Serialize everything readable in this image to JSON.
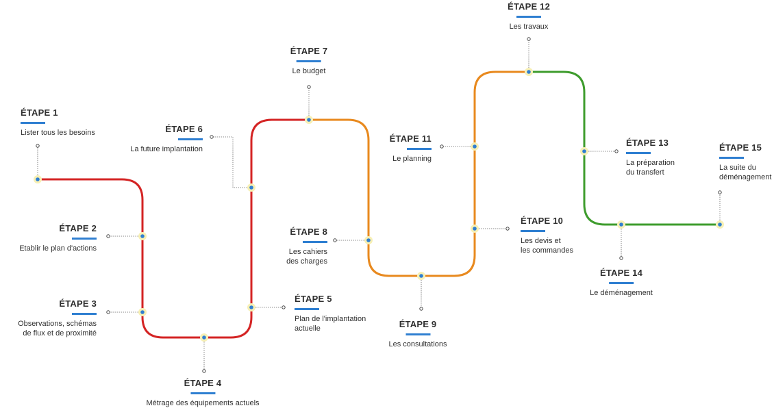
{
  "colors": {
    "red": "#d42424",
    "orange": "#e8891e",
    "green": "#3e9c2d",
    "accent": "#2f7fd1",
    "node_fill": "#f7f0b5"
  },
  "steps": [
    {
      "id": 1,
      "title": "ÉTAPE 1",
      "desc": [
        "Lister tous les besoins"
      ]
    },
    {
      "id": 2,
      "title": "ÉTAPE 2",
      "desc": [
        "Etablir le plan d'actions"
      ]
    },
    {
      "id": 3,
      "title": "ÉTAPE 3",
      "desc": [
        "Observations, schémas",
        "de flux et de proximité"
      ]
    },
    {
      "id": 4,
      "title": "ÉTAPE 4",
      "desc": [
        "Métrage des équipements actuels"
      ]
    },
    {
      "id": 5,
      "title": "ÉTAPE 5",
      "desc": [
        "Plan de l'implantation",
        "actuelle"
      ]
    },
    {
      "id": 6,
      "title": "ÉTAPE 6",
      "desc": [
        "La future implantation"
      ]
    },
    {
      "id": 7,
      "title": "ÉTAPE 7",
      "desc": [
        "Le budget"
      ]
    },
    {
      "id": 8,
      "title": "ÉTAPE 8",
      "desc": [
        "Les cahiers",
        "des charges"
      ]
    },
    {
      "id": 9,
      "title": "ÉTAPE 9",
      "desc": [
        "Les consultations"
      ]
    },
    {
      "id": 10,
      "title": "ÉTAPE 10",
      "desc": [
        "Les devis et",
        "les commandes"
      ]
    },
    {
      "id": 11,
      "title": "ÉTAPE 11",
      "desc": [
        "Le planning"
      ]
    },
    {
      "id": 12,
      "title": "ÉTAPE 12",
      "desc": [
        "Les travaux"
      ]
    },
    {
      "id": 13,
      "title": "ÉTAPE 13",
      "desc": [
        "La préparation",
        "du transfert"
      ]
    },
    {
      "id": 14,
      "title": "ÉTAPE 14",
      "desc": [
        "Le déménagement"
      ]
    },
    {
      "id": 15,
      "title": "ÉTAPE 15",
      "desc": [
        "La suite du",
        "déménagement"
      ]
    }
  ]
}
